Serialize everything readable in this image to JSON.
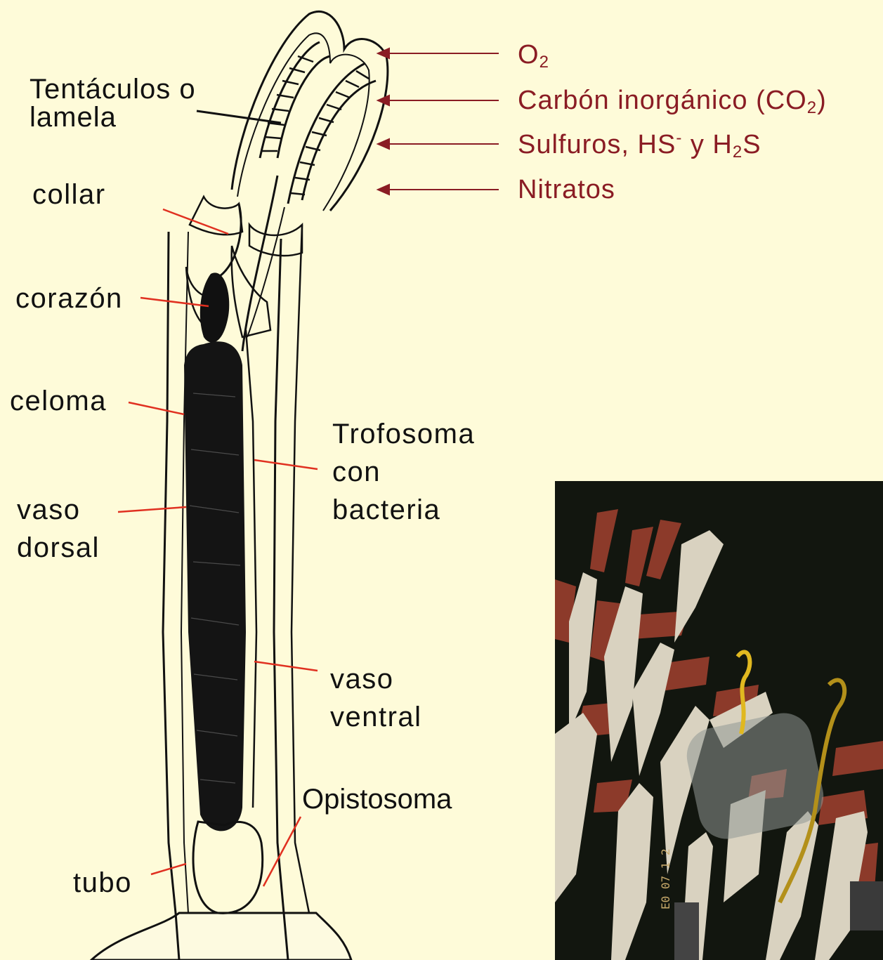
{
  "labels": {
    "tentaculos": "Tentáculos o",
    "lamela": "lamela",
    "collar": "collar",
    "corazon": "corazón",
    "celoma": "celoma",
    "vaso1": "vaso",
    "dorsal": "dorsal",
    "trofosoma": "Trofosoma",
    "con": "con",
    "bacteria": "bacteria",
    "vaso2": "vaso",
    "ventral": "ventral",
    "opistosoma": "Opistosoma",
    "tubo": "tubo"
  },
  "inputs": {
    "o2": {
      "main": "O",
      "sub": "2"
    },
    "carbon": {
      "pre": "Carbón inorgánico (CO",
      "sub": "2",
      "post": ")"
    },
    "sulfuros": {
      "pre": "Sulfuros, HS",
      "sup": "-",
      "mid": " y H",
      "sub": "2",
      "post": "S"
    },
    "nitratos": "Nitratos"
  },
  "photo": {
    "timestamp": "E0 07 1 2"
  },
  "colors": {
    "background": "#fefbd9",
    "chem_text": "#8a1c24",
    "pointer_line": "#e03020",
    "ink": "#111111"
  }
}
